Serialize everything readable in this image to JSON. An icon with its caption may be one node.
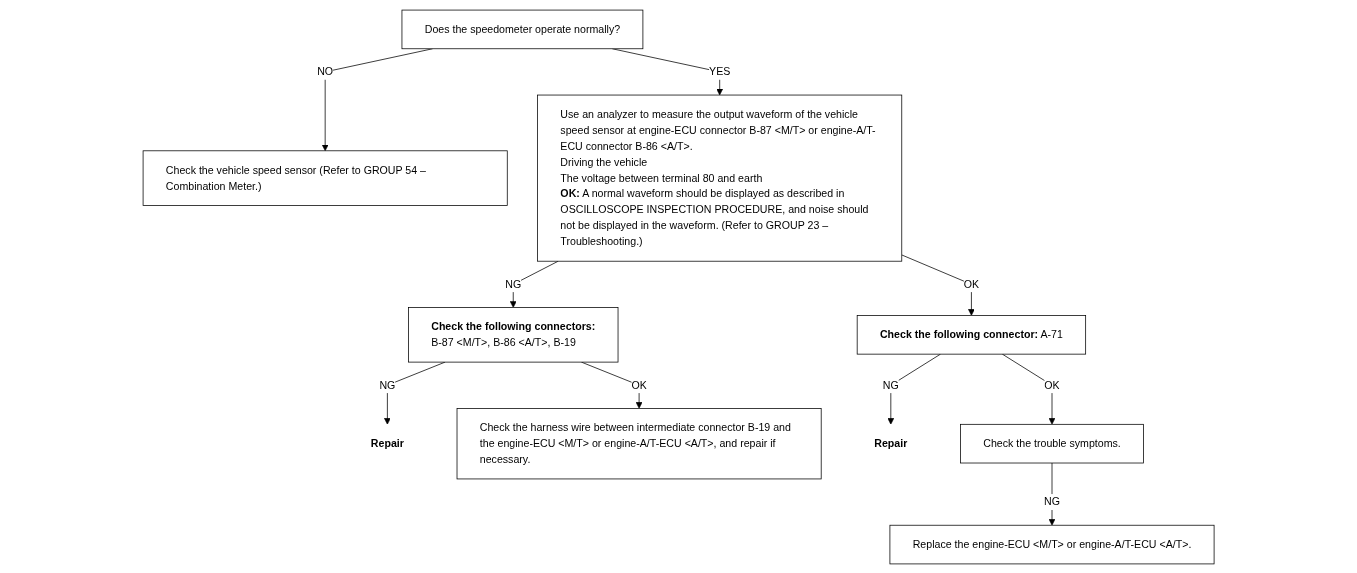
{
  "diagram": {
    "nodes": [
      {
        "text": [
          "Does the speedometer operate normally?"
        ]
      },
      {
        "text": [
          "Check the vehicle speed sensor (Refer to GROUP 54 – Combination Meter.)"
        ]
      },
      {
        "text": [
          "Use an analyzer to measure the output waveform of the vehicle speed sensor at engine-ECU connector B-87 <M/T> or engine-A/T-ECU connector B-86 <A/T>.",
          "Driving the vehicle",
          "The voltage between terminal 80 and earth",
          "**OK:** A normal waveform should be displayed as described in OSCILLOSCOPE INSPECTION PROCEDURE, and noise should not be displayed in the waveform. (Refer to GROUP 23 – Troubleshooting.)"
        ]
      },
      {
        "text": [
          "Check the following connectors:",
          "B-87 <M/T>, B-86 <A/T>, B-19"
        ]
      },
      {
        "text": [
          "Repair"
        ]
      },
      {
        "text": [
          "Check the harness wire between intermediate connector B-19 and the engine-ECU <M/T> or engine-A/T-ECU <A/T>, and repair if necessary."
        ]
      },
      {
        "text": [
          "**Check the following connector:** A-71"
        ]
      },
      {
        "text": [
          "Repair"
        ]
      },
      {
        "text": [
          "Check the trouble symptoms."
        ]
      },
      {
        "text": [
          "Replace the engine-ECU <M/T> or engine-A/T-ECU <A/T>."
        ]
      }
    ],
    "edges": [
      {
        "from": 0,
        "to": 1,
        "arrow": "to",
        "label": "NO"
      },
      {
        "from": 0,
        "to": 2,
        "arrow": "to",
        "label": "YES"
      },
      {
        "from": 2,
        "to": 3,
        "arrow": "to",
        "label": "NG"
      },
      {
        "from": 3,
        "to": 5,
        "arrow": "to",
        "label": "OK"
      },
      {
        "from": 3,
        "to": 4,
        "arrow": "to",
        "label": "NG"
      },
      {
        "from": 2,
        "to": 6,
        "arrow": "to",
        "label": "OK"
      },
      {
        "from": 6,
        "to": 7,
        "arrow": "to",
        "label": "NG"
      },
      {
        "from": 6,
        "to": 8,
        "arrow": "to",
        "label": "OK"
      },
      {
        "from": 8,
        "to": 9,
        "arrow": "to",
        "label": "NG"
      }
    ]
  }
}
